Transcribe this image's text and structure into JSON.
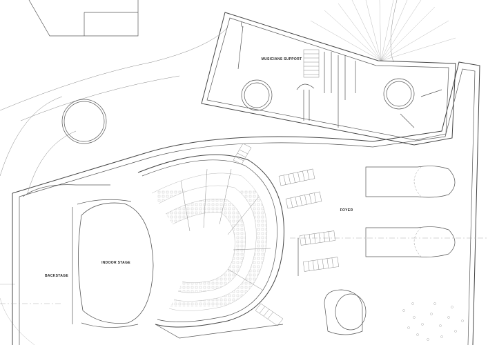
{
  "labels": {
    "musicians_support": "MUSICIANS SUPPORT",
    "indoor_stage": "INDOOR STAGE",
    "backstage": "BACKSTAGE",
    "foyer": "FOYER"
  }
}
